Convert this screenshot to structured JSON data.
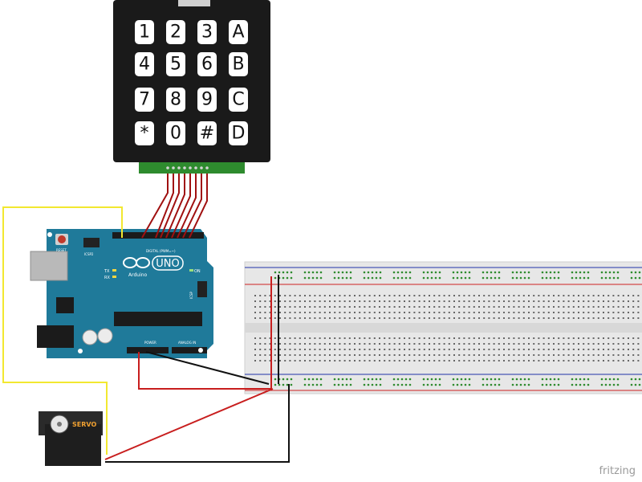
{
  "keypad": {
    "keys": [
      [
        "1",
        "2",
        "3",
        "A"
      ],
      [
        "4",
        "5",
        "6",
        "B"
      ],
      [
        "7",
        "8",
        "9",
        "C"
      ],
      [
        "*",
        "0",
        "#",
        "D"
      ]
    ],
    "body_color": "#1a1a1a",
    "connector_color": "#2e8b2e"
  },
  "arduino": {
    "board_color": "#1f7a9a",
    "logo_text": "UNO",
    "brand_text": "Arduino",
    "labels": {
      "reset": "RESET",
      "icsp2": "ICSP2",
      "digital": "DIGITAL (PWM=~)",
      "tx": "TX",
      "rx": "RX",
      "on": "ON",
      "icsp": "ICSP",
      "power": "POWER",
      "analog": "ANALOG IN"
    }
  },
  "servo": {
    "label": "SERVO"
  },
  "breadboard": {
    "rail_positive_color": "#cc2222",
    "rail_negative_color": "#2233aa",
    "dot_color": "#2e8b2e",
    "hole_color": "#555555"
  },
  "wires": {
    "red": "#c81e1e",
    "dark_red": "#a01010",
    "black": "#111111",
    "yellow": "#f2e830"
  },
  "branding": {
    "text": "fritzing"
  }
}
